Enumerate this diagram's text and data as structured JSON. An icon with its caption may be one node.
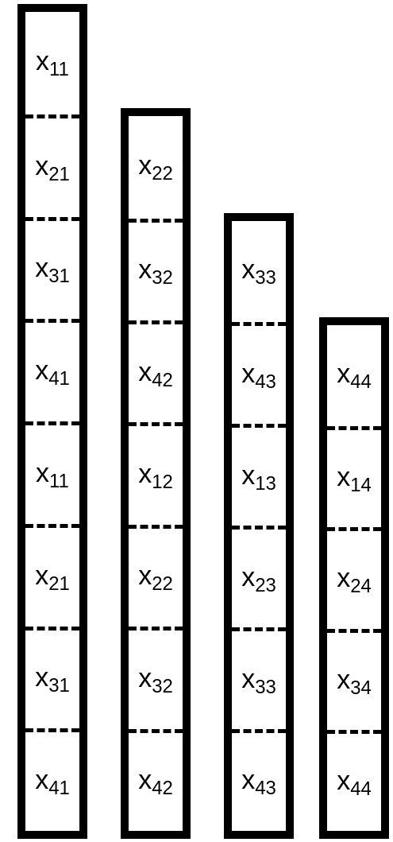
{
  "diagram": {
    "nodes": [
      {
        "text": [],
        "shape": "box"
      },
      {
        "text": [
          "x$_{11}$"
        ],
        "in": 0
      },
      {
        "text": [
          "x$_{21}$"
        ],
        "in": 0
      },
      {
        "text": [
          "x$_{31}$"
        ],
        "in": 0
      },
      {
        "text": [
          "x$_{41}$"
        ],
        "in": 0
      },
      {
        "text": [
          "x$_{11}$"
        ],
        "in": 0
      },
      {
        "text": [
          "x$_{21}$"
        ],
        "in": 0
      },
      {
        "text": [
          "x$_{31}$"
        ],
        "in": 0
      },
      {
        "text": [
          "x$_{41}$"
        ],
        "in": 0
      },
      {
        "text": [],
        "shape": "box"
      },
      {
        "text": [
          "x$_{22}$"
        ],
        "in": 9
      },
      {
        "text": [
          "x$_{32}$"
        ],
        "in": 9
      },
      {
        "text": [
          "x$_{42}$"
        ],
        "in": 9
      },
      {
        "text": [
          "x$_{12}$"
        ],
        "in": 9
      },
      {
        "text": [
          "x$_{22}$"
        ],
        "in": 9
      },
      {
        "text": [
          "x$_{32}$"
        ],
        "in": 9
      },
      {
        "text": [
          "x$_{42}$"
        ],
        "in": 9
      },
      {
        "text": [],
        "shape": "box"
      },
      {
        "text": [
          "x$_{33}$"
        ],
        "in": 17
      },
      {
        "text": [
          "x$_{43}$"
        ],
        "in": 17
      },
      {
        "text": [
          "x$_{13}$"
        ],
        "in": 17
      },
      {
        "text": [
          "x$_{23}$"
        ],
        "in": 17
      },
      {
        "text": [
          "x$_{33}$"
        ],
        "in": 17
      },
      {
        "text": [
          "x$_{43}$"
        ],
        "in": 17
      },
      {
        "text": [],
        "shape": "box"
      },
      {
        "text": [
          "x$_{44}$"
        ],
        "in": 24
      },
      {
        "text": [
          "x$_{14}$"
        ],
        "in": 24
      },
      {
        "text": [
          "x$_{24}$"
        ],
        "in": 24
      },
      {
        "text": [
          "x$_{34}$"
        ],
        "in": 24
      },
      {
        "text": [
          "x$_{44}$"
        ],
        "in": 24
      }
    ]
  }
}
